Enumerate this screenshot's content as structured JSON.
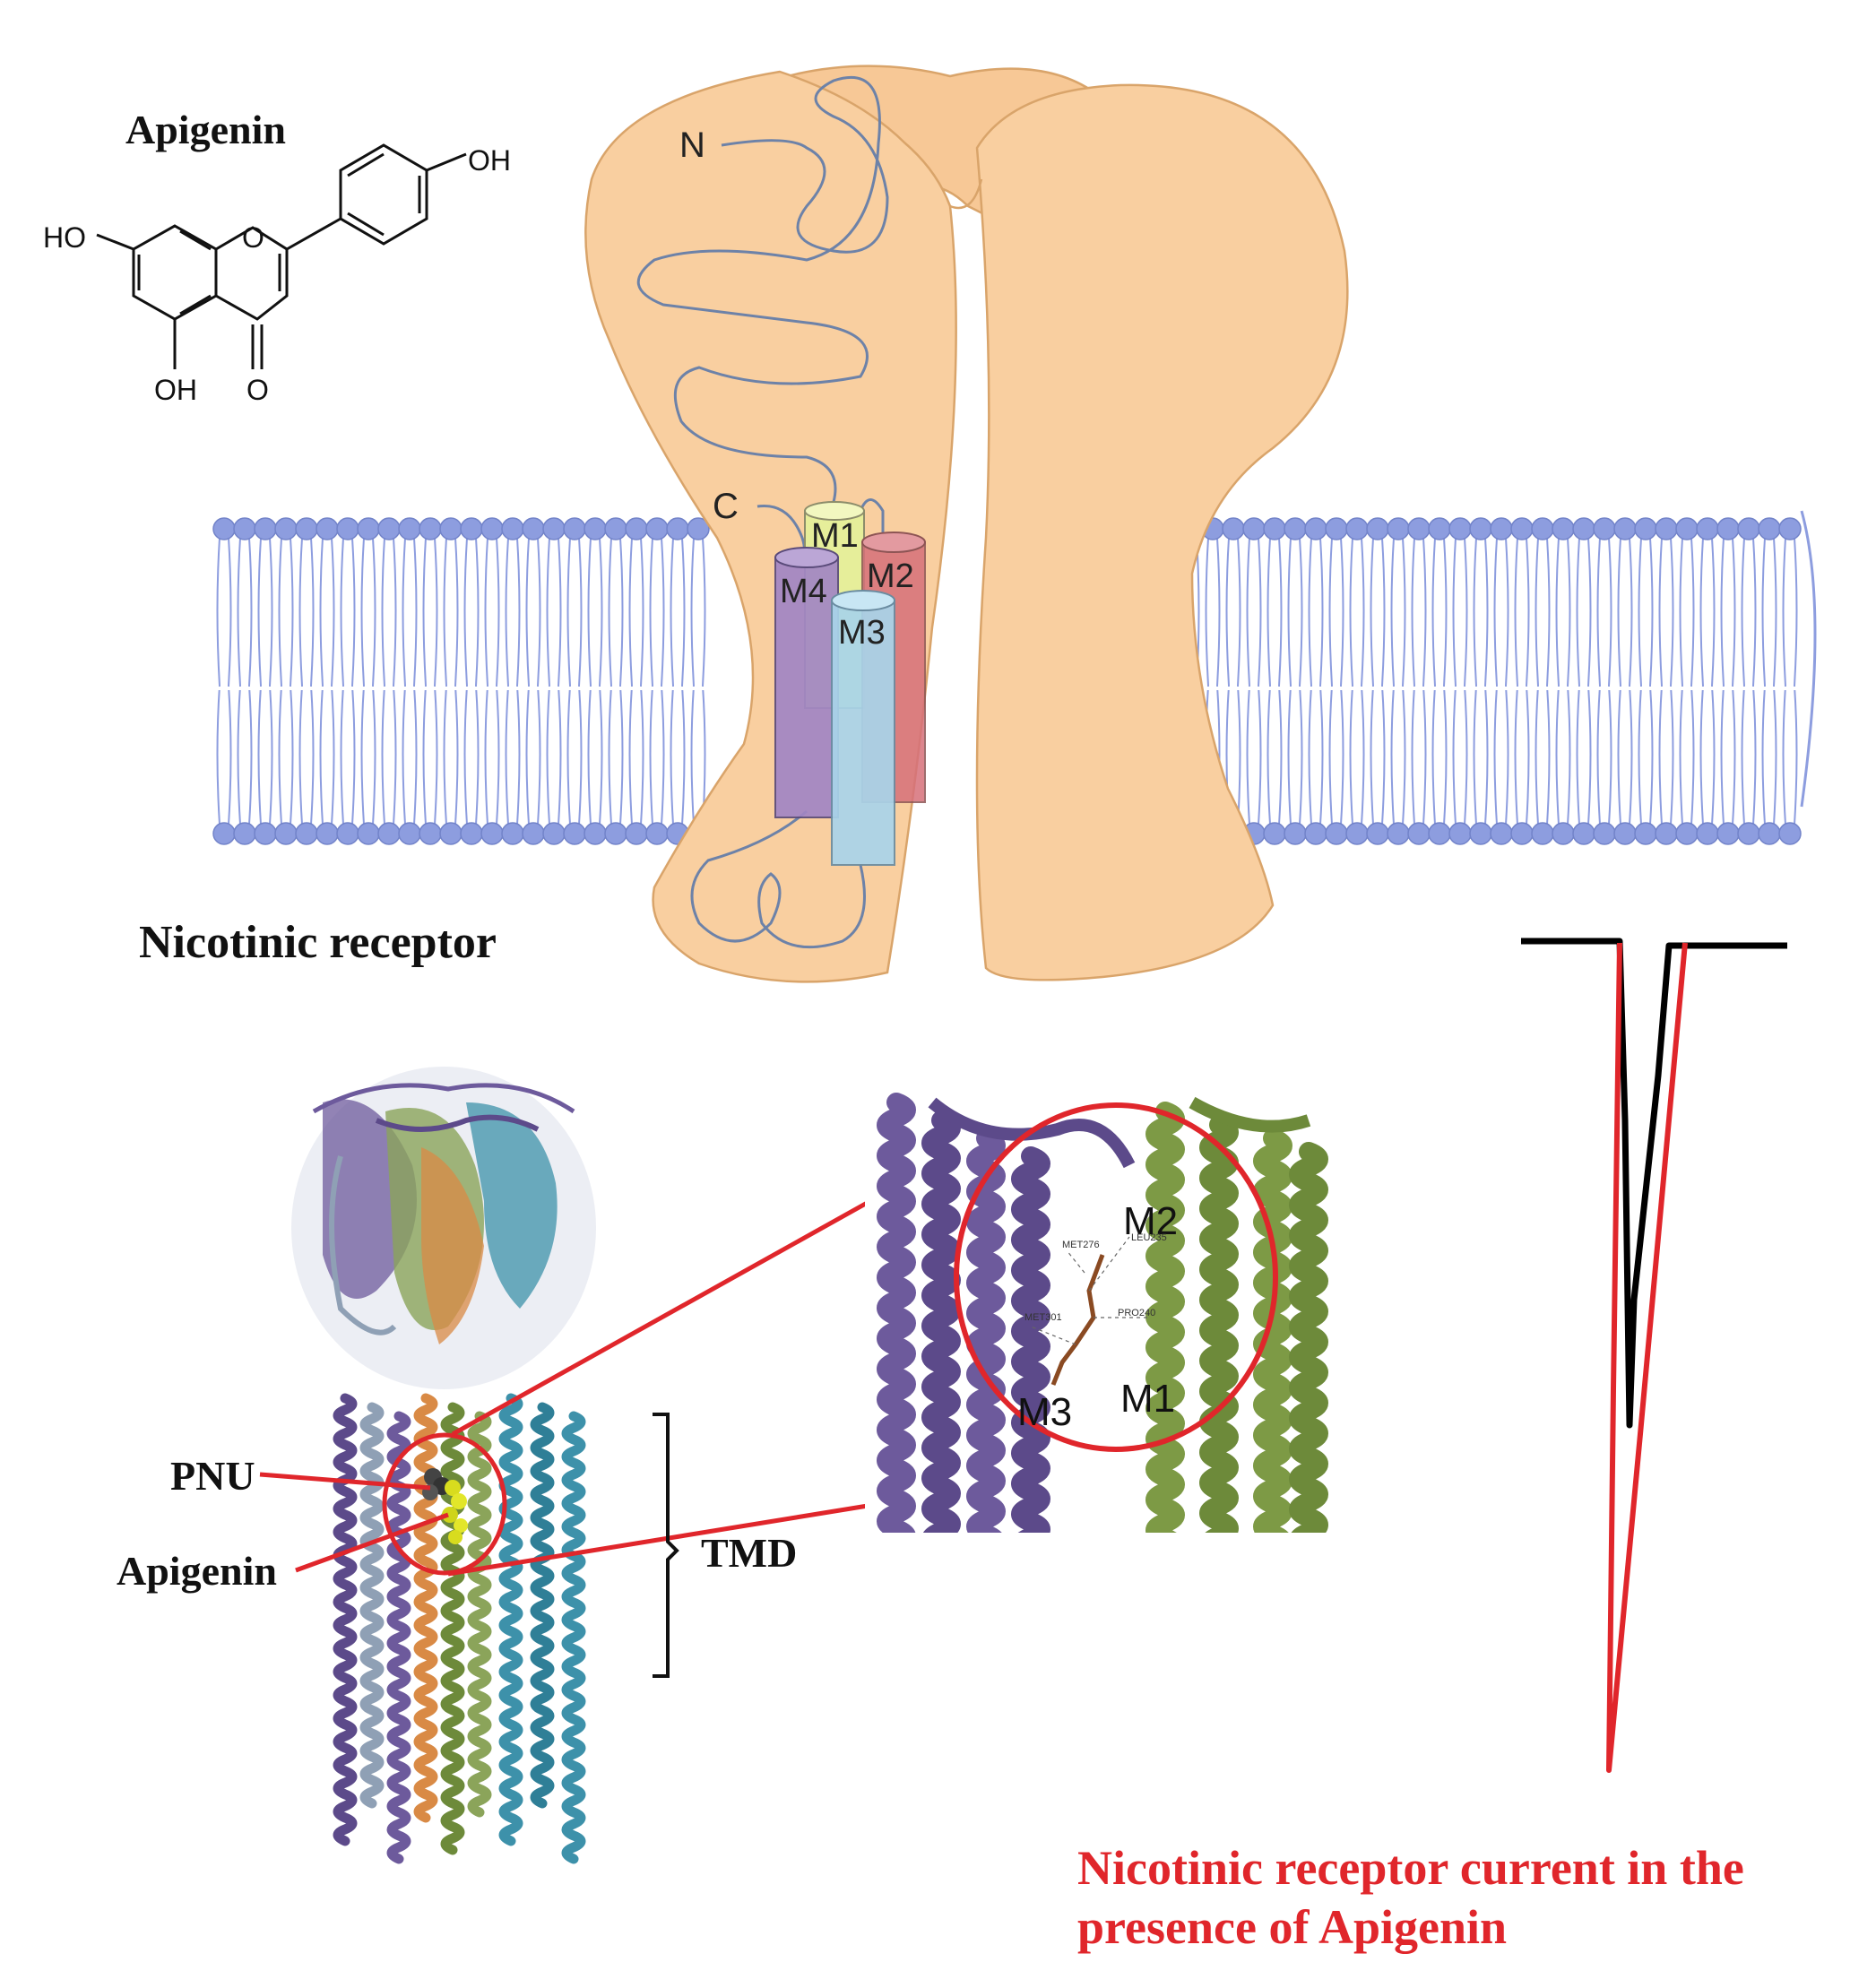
{
  "apigenin_structure": {
    "title": "Apigenin",
    "atoms": {
      "oh_top": "OH",
      "ho_left": "HO",
      "o_ring": "O",
      "oh_bottom": "OH",
      "o_keto": "O"
    }
  },
  "receptor_diagram": {
    "caption": "Nicotinic receptor",
    "terminals": {
      "n": "N",
      "c": "C"
    },
    "helices": {
      "m1": "M1",
      "m2": "M2",
      "m3": "M3",
      "m4": "M4"
    },
    "colors": {
      "protein": "#f9cfa0",
      "membrane": "#8d9ddf",
      "m1": "#e6ee9a",
      "m2": "#d6707a",
      "m3": "#a9d4ea",
      "m4": "#a286c4"
    }
  },
  "structure_view": {
    "labels": {
      "pnu": "PNU",
      "apigenin": "Apigenin",
      "tmd": "TMD"
    }
  },
  "docking_view": {
    "helices": {
      "m1": "M1",
      "m2": "M2",
      "m3": "M3"
    },
    "residues": {
      "r1": "MET276",
      "r2": "LEU235",
      "r3": "MET301",
      "r4": "PRO240"
    }
  },
  "current_trace": {
    "caption_line1": "Nicotinic receptor current in the",
    "caption_line2": "presence of Apigenin",
    "colors": {
      "control": "#000000",
      "apigenin": "#e0262b"
    }
  }
}
